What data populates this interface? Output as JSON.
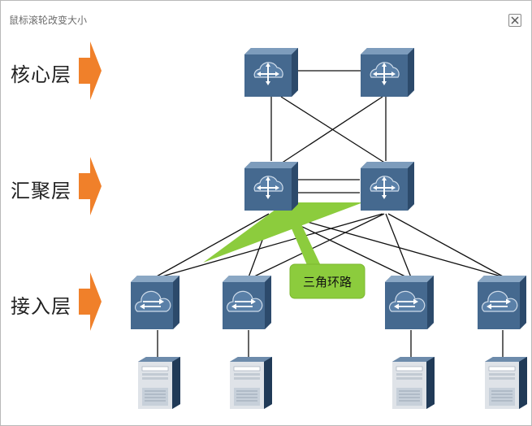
{
  "window": {
    "title": "鼠标滚轮改变大小",
    "close_icon": "close-icon"
  },
  "layers": [
    {
      "label": "核心层"
    },
    {
      "label": "汇聚层"
    },
    {
      "label": "接入层"
    }
  ],
  "callout": {
    "label": "三角环路"
  },
  "colors": {
    "arrow": "#f0802a",
    "device_front": "#3f6389",
    "device_top": "#7d9cbc",
    "device_side": "#2c4a6b",
    "callout": "#8ccc3d",
    "server": "#dfe3e8"
  }
}
